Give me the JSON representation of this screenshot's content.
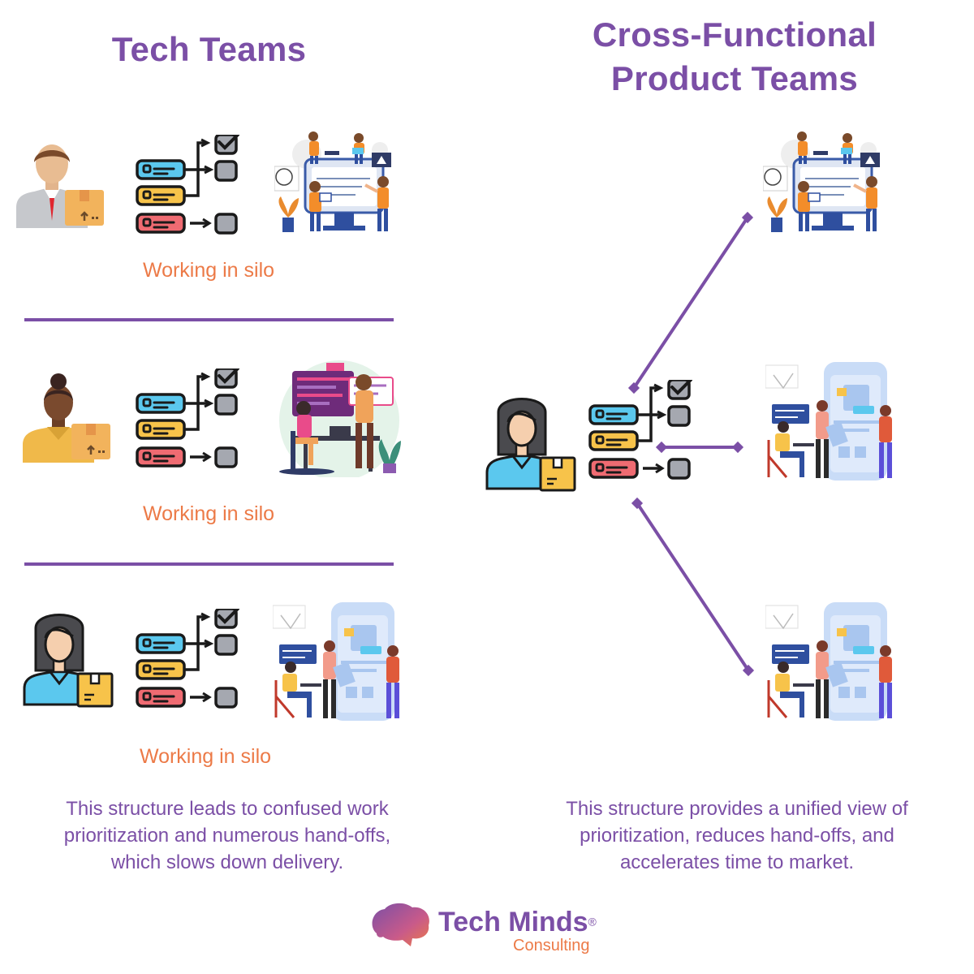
{
  "left": {
    "title": "Tech Teams",
    "rows": [
      {
        "caption": "Working in silo"
      },
      {
        "caption": "Working in silo"
      },
      {
        "caption": "Working in silo"
      }
    ],
    "summary": [
      "This structure leads to confused work",
      "prioritization and numerous hand-offs,",
      "which slows down delivery."
    ]
  },
  "right": {
    "title": [
      "Cross-Functional",
      "Product Teams"
    ],
    "summary": [
      "This structure provides a unified view of",
      "prioritization, reduces hand-offs, and",
      "accelerates time to market."
    ]
  },
  "brand": {
    "name": "Tech Minds",
    "registered": "®",
    "sub": "Consulting"
  },
  "colors": {
    "accent": "#7b4fa6",
    "caption": "#ec7a47",
    "card_blue": "#5bc8ee",
    "card_yellow": "#f7c34a",
    "card_red": "#ef6b72",
    "checkbox": "#a5a8b0"
  },
  "icons": {
    "person_1": "man-with-box-icon",
    "person_2": "woman-bun-with-box-icon",
    "person_3": "woman-with-box-icon",
    "backlog": "backlog-priority-icon",
    "team_1": "team-monitor-illustration",
    "team_2": "team-coding-illustration",
    "team_3": "team-app-design-illustration",
    "logo": "brain-logo-icon"
  }
}
